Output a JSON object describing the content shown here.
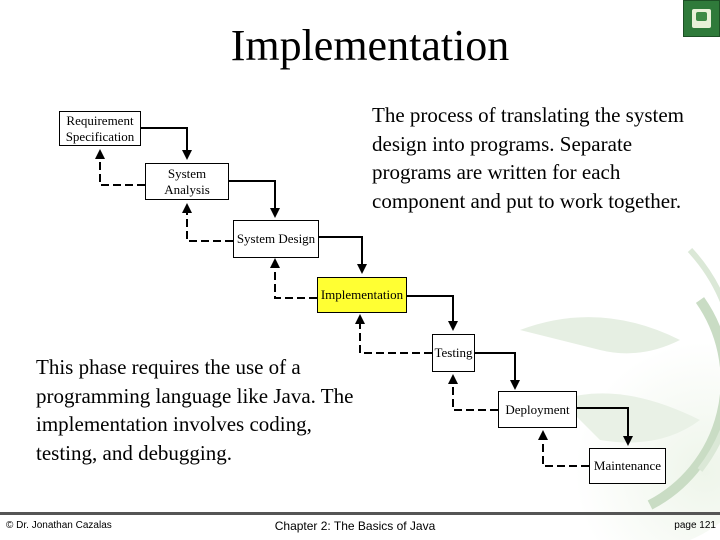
{
  "slide": {
    "title": "Implementation",
    "description_top": "The process of translating the system design into programs. Separate programs are written for each component and put to work together.",
    "description_bottom": "This phase requires the use of a programming language like Java. The implementation involves coding, testing, and debugging."
  },
  "diagram": {
    "stages": [
      {
        "label": "Requirement Specification",
        "highlighted": false
      },
      {
        "label": "System Analysis",
        "highlighted": false
      },
      {
        "label": "System Design",
        "highlighted": false
      },
      {
        "label": "Implementation",
        "highlighted": true
      },
      {
        "label": "Testing",
        "highlighted": false
      },
      {
        "label": "Deployment",
        "highlighted": false
      },
      {
        "label": "Maintenance",
        "highlighted": false
      }
    ],
    "highlight_color": "#ffff33"
  },
  "footer": {
    "author": "© Dr. Jonathan Cazalas",
    "chapter": "Chapter 2: The Basics of Java",
    "page": "page 121"
  }
}
